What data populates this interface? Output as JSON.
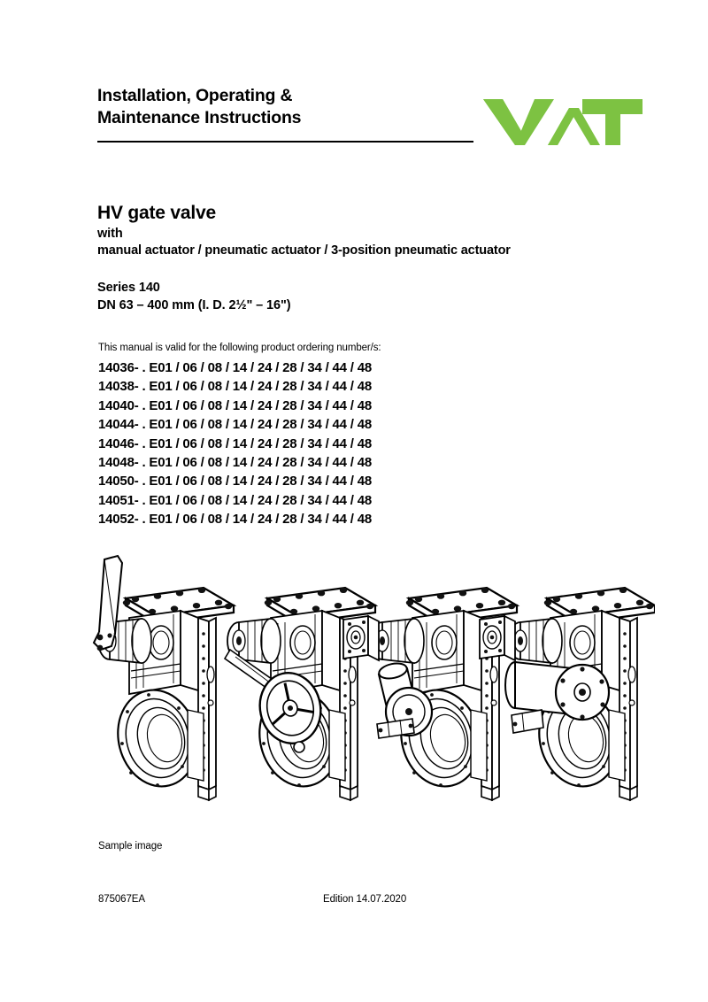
{
  "header": {
    "title": "Installation, Operating &\nMaintenance Instructions",
    "logo_alt": "VAT",
    "logo_color": "#7DC242"
  },
  "title_block": {
    "product_title": "HV gate valve",
    "with_label": "with",
    "actuators": "manual actuator / pneumatic actuator / 3-position pneumatic actuator",
    "series": "Series 140",
    "size_range": "DN 63 – 400 mm (I. D. 2½\" – 16\")"
  },
  "ordering": {
    "intro": "This manual is valid for the following product ordering number/s:",
    "numbers": [
      "14036- . E01 / 06 / 08 / 14 / 24 / 28 / 34 / 44 / 48",
      "14038- . E01 / 06 / 08 / 14 / 24 / 28 / 34 / 44 / 48",
      "14040- . E01 / 06 / 08 / 14 / 24 / 28 / 34 / 44 / 48",
      "14044- . E01 / 06 / 08 / 14 / 24 / 28 / 34 / 44 / 48",
      "14046- . E01 / 06 / 08 / 14 / 24 / 28 / 34 / 44 / 48",
      "14048- . E01 / 06 / 08 / 14 / 24 / 28 / 34 / 44 / 48",
      "14050- . E01 / 06 / 08 / 14 / 24 / 28 / 34 / 44 / 48",
      "14051- . E01 / 06 / 08 / 14 / 24 / 28 / 34 / 44 / 48",
      "14052- . E01 / 06 / 08 / 14 / 24 / 28 / 34 / 44 / 48"
    ]
  },
  "illustration": {
    "caption": "Sample image",
    "variants": [
      "gate valve with manual lever actuator",
      "gate valve with handwheel actuator",
      "gate valve with vertical pneumatic actuator",
      "gate valve with horizontal pneumatic actuator"
    ]
  },
  "footer": {
    "document_number": "875067EA",
    "edition": "Edition 14.07.2020"
  }
}
